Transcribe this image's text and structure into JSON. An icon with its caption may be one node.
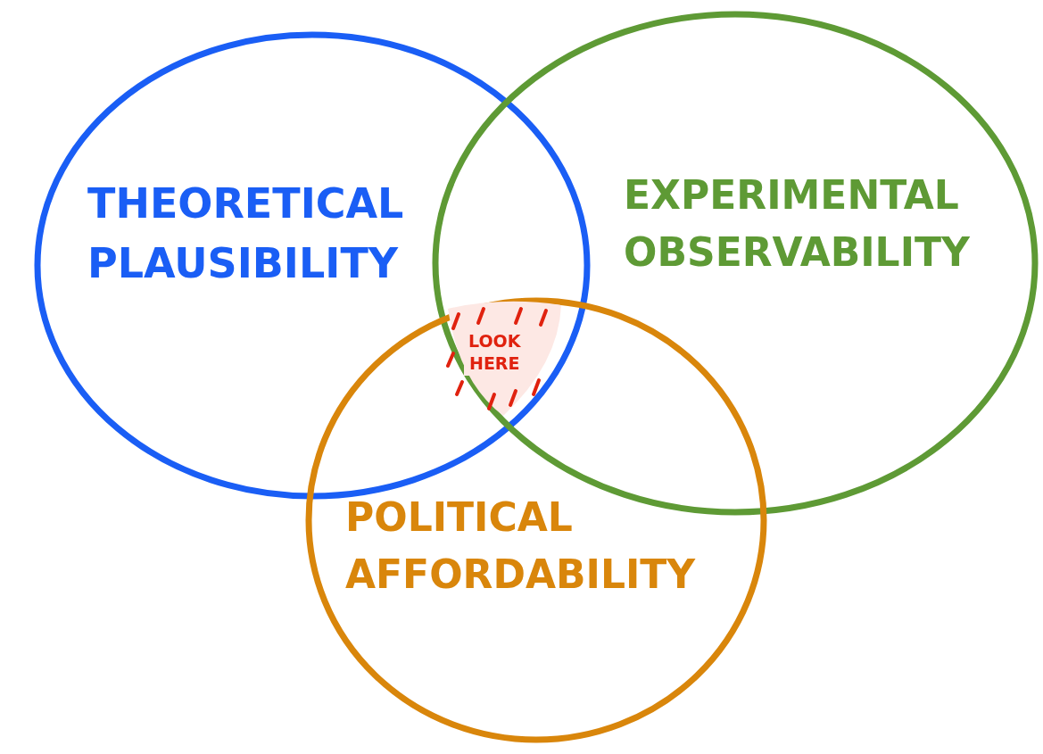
{
  "diagram": {
    "nodes": [
      {
        "text": [
          "THEORETICAL PLAUSIBILITY"
        ]
      },
      {
        "text": [
          "EXPERIMENTAL OBSERVABILITY"
        ]
      },
      {
        "text": [
          "POLITICAL AFFORDABILITY"
        ]
      },
      {
        "text": [
          "LOOK HERE"
        ]
      }
    ]
  }
}
